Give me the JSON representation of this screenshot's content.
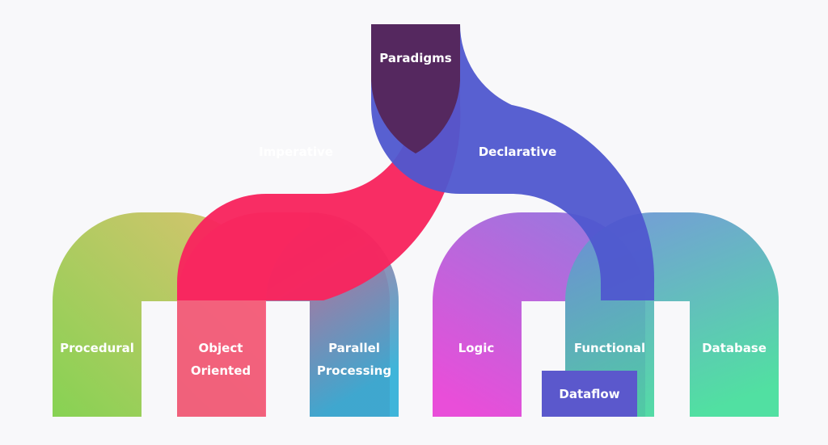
{
  "diagram": {
    "root": {
      "label": "Paradigms",
      "color": "#55285f"
    },
    "branches": {
      "imperative": {
        "label": "Imperative",
        "color": "#f8245e"
      },
      "declarative": {
        "label": "Declarative",
        "color": "#4f57cf"
      }
    },
    "leaves": {
      "procedural": {
        "label": "Procedural",
        "colors": [
          "#7dcf45",
          "#d9be64"
        ]
      },
      "object_oriented": {
        "line1": "Object",
        "line2": "Oriented",
        "color": "#f8557e"
      },
      "parallel_processing": {
        "line1": "Parallel",
        "line2": "Processing",
        "colors": [
          "#2baed6",
          "#e35a86"
        ]
      },
      "logic": {
        "label": "Logic",
        "colors": [
          "#e83fd6",
          "#8e6fdc"
        ]
      },
      "functional": {
        "label": "Functional",
        "color": "#7676da"
      },
      "dataflow": {
        "label": "Dataflow",
        "color": "#5b58cc"
      },
      "database": {
        "label": "Database",
        "colors": [
          "#3fdd98",
          "#6792d4"
        ]
      }
    }
  }
}
